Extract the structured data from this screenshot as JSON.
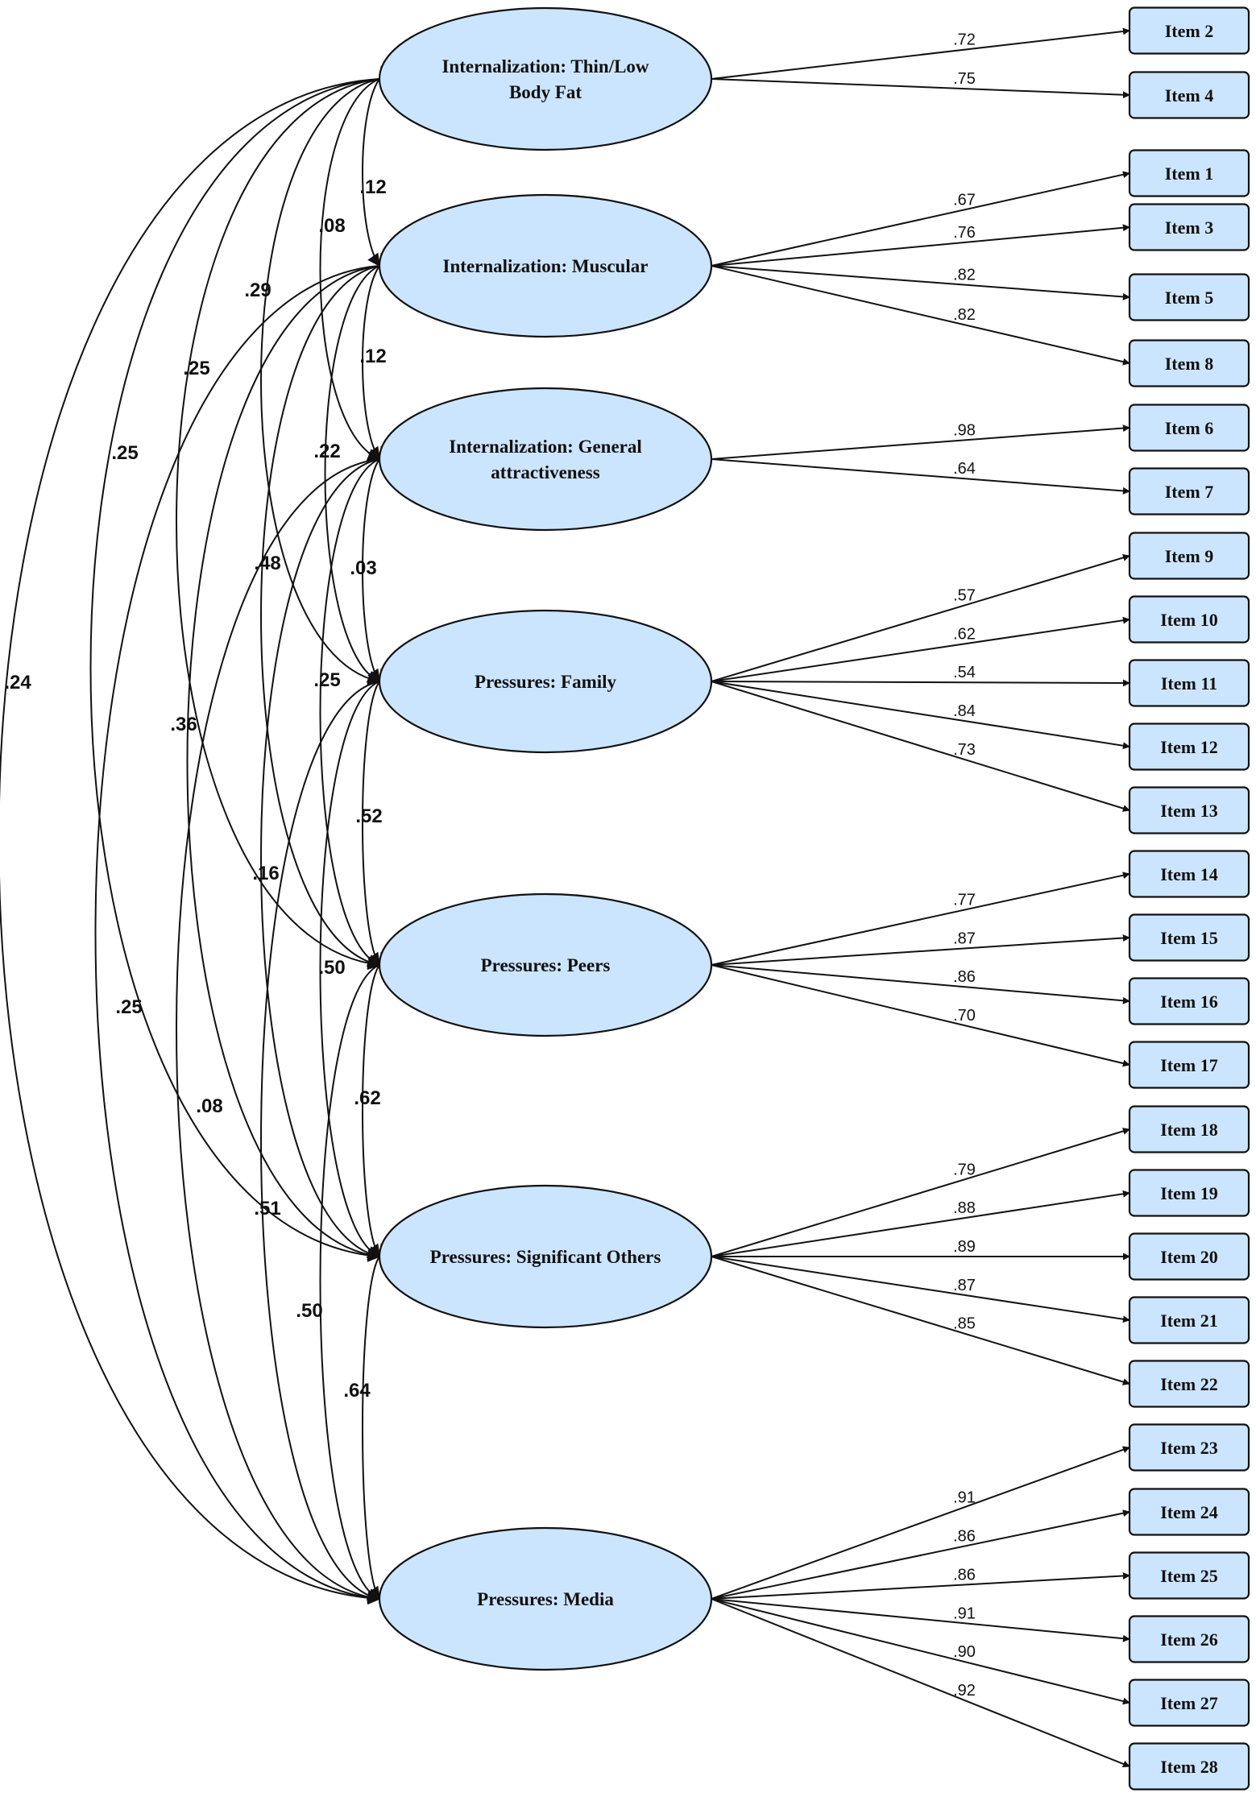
{
  "factors": [
    {
      "id": "F1",
      "label_lines": [
        "Internalization: Thin/Low",
        "Body Fat"
      ]
    },
    {
      "id": "F2",
      "label_lines": [
        "Internalization: Muscular"
      ]
    },
    {
      "id": "F3",
      "label_lines": [
        "Internalization: General",
        "attractiveness"
      ]
    },
    {
      "id": "F4",
      "label_lines": [
        "Pressures: Family"
      ]
    },
    {
      "id": "F5",
      "label_lines": [
        "Pressures: Peers"
      ]
    },
    {
      "id": "F6",
      "label_lines": [
        "Pressures: Significant Others"
      ]
    },
    {
      "id": "F7",
      "label_lines": [
        "Pressures: Media"
      ]
    }
  ],
  "items": [
    {
      "label": "Item 2",
      "factor": "F1",
      "loading": ".72"
    },
    {
      "label": "Item 4",
      "factor": "F1",
      "loading": ".75"
    },
    {
      "label": "Item 1",
      "factor": "F2",
      "loading": ".67"
    },
    {
      "label": "Item 3",
      "factor": "F2",
      "loading": ".76"
    },
    {
      "label": "Item 5",
      "factor": "F2",
      "loading": ".82"
    },
    {
      "label": "Item 8",
      "factor": "F2",
      "loading": ".82"
    },
    {
      "label": "Item 6",
      "factor": "F3",
      "loading": ".98"
    },
    {
      "label": "Item 7",
      "factor": "F3",
      "loading": ".64"
    },
    {
      "label": "Item 9",
      "factor": "F4",
      "loading": ".57"
    },
    {
      "label": "Item 10",
      "factor": "F4",
      "loading": ".62"
    },
    {
      "label": "Item 11",
      "factor": "F4",
      "loading": ".54"
    },
    {
      "label": "Item 12",
      "factor": "F4",
      "loading": ".84"
    },
    {
      "label": "Item 13",
      "factor": "F4",
      "loading": ".73"
    },
    {
      "label": "Item 14",
      "factor": "F5",
      "loading": ".77"
    },
    {
      "label": "Item 15",
      "factor": "F5",
      "loading": ".87"
    },
    {
      "label": "Item 16",
      "factor": "F5",
      "loading": ".86"
    },
    {
      "label": "Item 17",
      "factor": "F5",
      "loading": ".70"
    },
    {
      "label": "Item 18",
      "factor": "F6",
      "loading": ".79"
    },
    {
      "label": "Item 19",
      "factor": "F6",
      "loading": ".88"
    },
    {
      "label": "Item 20",
      "factor": "F6",
      "loading": ".89"
    },
    {
      "label": "Item 21",
      "factor": "F6",
      "loading": ".87"
    },
    {
      "label": "Item 22",
      "factor": "F6",
      "loading": ".85"
    },
    {
      "label": "Item 23",
      "factor": "F7",
      "loading": ".91"
    },
    {
      "label": "Item 24",
      "factor": "F7",
      "loading": ".86"
    },
    {
      "label": "Item 25",
      "factor": "F7",
      "loading": ".86"
    },
    {
      "label": "Item 26",
      "factor": "F7",
      "loading": ".91"
    },
    {
      "label": "Item 27",
      "factor": "F7",
      "loading": ".90"
    },
    {
      "label": "Item 28",
      "factor": "F7",
      "loading": ".92"
    }
  ],
  "correlations": [
    {
      "from": "F1",
      "to": "F2",
      "value": ".12"
    },
    {
      "from": "F1",
      "to": "F3",
      "value": ".08"
    },
    {
      "from": "F1",
      "to": "F4",
      "value": ".29"
    },
    {
      "from": "F1",
      "to": "F5",
      "value": ".25"
    },
    {
      "from": "F1",
      "to": "F6",
      "value": ".25"
    },
    {
      "from": "F1",
      "to": "F7",
      "value": ".24"
    },
    {
      "from": "F2",
      "to": "F3",
      "value": ".12"
    },
    {
      "from": "F2",
      "to": "F4",
      "value": ".22"
    },
    {
      "from": "F2",
      "to": "F5",
      "value": ".48"
    },
    {
      "from": "F2",
      "to": "F6",
      "value": ".36"
    },
    {
      "from": "F2",
      "to": "F7",
      "value": ".25"
    },
    {
      "from": "F3",
      "to": "F4",
      "value": ".03"
    },
    {
      "from": "F3",
      "to": "F5",
      "value": ".25"
    },
    {
      "from": "F3",
      "to": "F6",
      "value": ".16"
    },
    {
      "from": "F3",
      "to": "F7",
      "value": ".08"
    },
    {
      "from": "F4",
      "to": "F5",
      "value": ".52"
    },
    {
      "from": "F4",
      "to": "F6",
      "value": ".50"
    },
    {
      "from": "F4",
      "to": "F7",
      "value": ".51"
    },
    {
      "from": "F5",
      "to": "F6",
      "value": ".62"
    },
    {
      "from": "F5",
      "to": "F7",
      "value": ".50"
    },
    {
      "from": "F6",
      "to": "F7",
      "value": ".64"
    }
  ]
}
